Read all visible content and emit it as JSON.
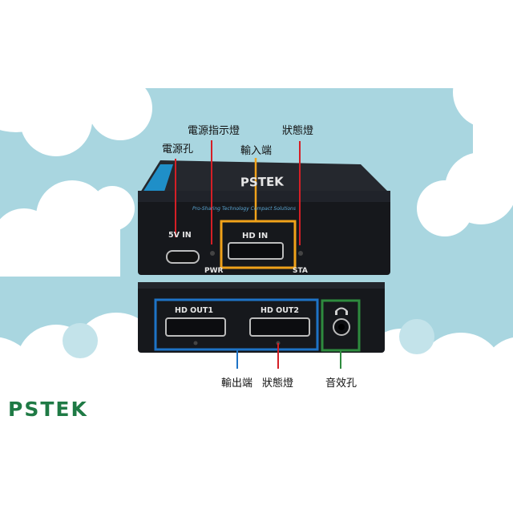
{
  "callouts": {
    "power_port": "電源孔",
    "power_indicator": "電源指示燈",
    "status_light_top": "狀態燈",
    "input_port": "輸入端",
    "output_port": "輸出端",
    "status_light_bottom": "狀態燈",
    "audio_jack": "音效孔"
  },
  "device_top": {
    "logo": "PSTEK",
    "tagline": "Pro-Sharing Technology Compact Solutions",
    "port_5v": "5V IN",
    "port_hdin": "HD IN",
    "led_pwr": "PWR",
    "led_sta": "STA"
  },
  "device_bottom": {
    "port_out1": "HD OUT1",
    "port_out2": "HD OUT2"
  },
  "brand": {
    "part1": "PS",
    "part2": "TEK"
  },
  "colors": {
    "sky": "#a9d6e0",
    "cloud": "#ffffff",
    "device_body": "#1b1d22",
    "device_accent": "#1f8fc8",
    "red_callout": "#d51f26",
    "orange_callout": "#f0a21a",
    "blue_callout": "#1e73c6",
    "green_callout": "#2e8b3e",
    "brand_green": "#1f7a45"
  }
}
